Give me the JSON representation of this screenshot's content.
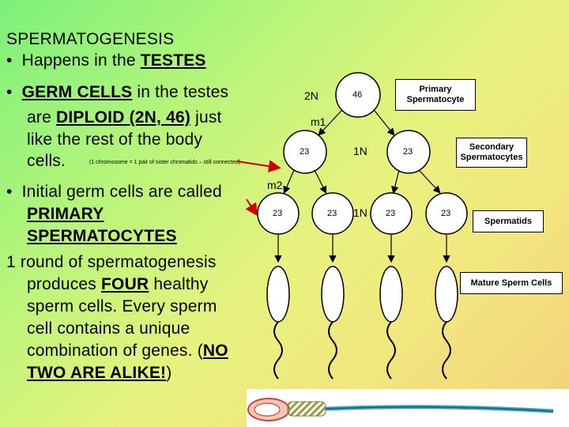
{
  "text": {
    "title": "SPERMATOGENESIS",
    "b1_pre": "Happens in the ",
    "b1_u": "TESTES",
    "b2_u1": "GERM CELLS",
    "b2_mid": " in the testes",
    "b2_l2_pre": "are ",
    "b2_l2_u": "DIPLOID (2N, 46)",
    "b2_l2_post": " just",
    "b2_l3": "like the rest of the body",
    "b2_l4": "cells.",
    "footnote": "(1 chromosome = 1 pair of sister chromatids – still connected)",
    "b3_l1": "Initial germ cells are called",
    "b3_l2": "PRIMARY",
    "b3_l3": "SPERMATOCYTES",
    "p_l1": "1 round of spermatogenesis",
    "p_l2_pre": "produces ",
    "p_l2_u": "FOUR",
    "p_l2_post": " healthy",
    "p_l3": "sperm cells.  Every sperm",
    "p_l4": "cell contains a unique",
    "p_l5_pre": "combination of genes. (",
    "p_l5_u": "NO",
    "p_l6_u": "TWO ARE ALIKE!",
    "p_l6_post": ")",
    "bullet": "•"
  },
  "diagram": {
    "label_2n": "2N",
    "label_1n_a": "1N",
    "label_1n_b": "1N",
    "m1": "m1",
    "m2": "m2",
    "primary_count": "46",
    "secondary_counts": [
      "23",
      "23"
    ],
    "spermatid_counts": [
      "23",
      "23",
      "23",
      "23"
    ],
    "boxes": {
      "primary": "Primary Spermatocyte",
      "secondary": "Secondary Spermatocytes",
      "spermatids": "Spermatids",
      "mature": "Mature Sperm Cells"
    }
  },
  "colors": {
    "arrow_red": "#cc0000",
    "stroke": "#000000",
    "fill": "#ffffff"
  }
}
